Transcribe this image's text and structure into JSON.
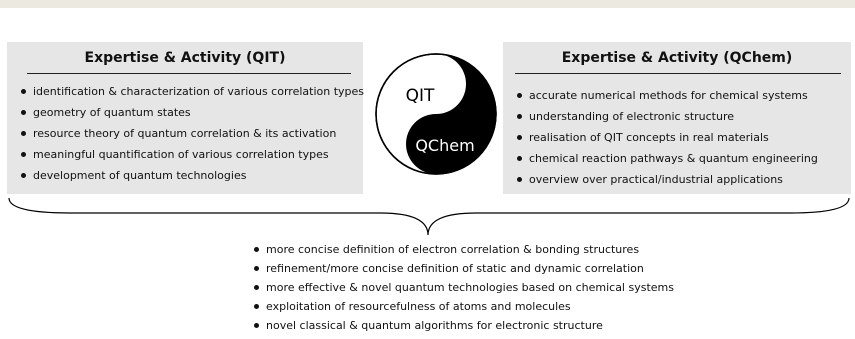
{
  "left_box": {
    "title": "Expertise & Activity (QIT)",
    "items": [
      "identification & characterization of various correlation types",
      "geometry of quantum states",
      "resource theory of quantum correlation & its activation",
      "meaningful quantification of various correlation types",
      "development of quantum technologies"
    ]
  },
  "right_box": {
    "title": "Expertise & Activity (QChem)",
    "items": [
      "accurate numerical methods for chemical systems",
      "understanding of electronic structure",
      "realisation of QIT concepts in real materials",
      "chemical reaction pathways & quantum engineering",
      "overview over practical/industrial applications"
    ]
  },
  "yinyang": {
    "top_label": "QIT",
    "bottom_label": "QChem",
    "light_color": "#ffffff",
    "dark_color": "#000000"
  },
  "bottom": {
    "items": [
      "more concise definition of electron correlation & bonding structures",
      "refinement/more concise definition of static and dynamic correlation",
      "more effective & novel quantum technologies based on chemical systems",
      "exploitation of resourcefulness of atoms and molecules",
      "novel classical & quantum algorithms for electronic structure"
    ]
  },
  "colors": {
    "box_background": "#e6e6e6",
    "top_bar": "#ece9e1",
    "text": "#111111"
  }
}
